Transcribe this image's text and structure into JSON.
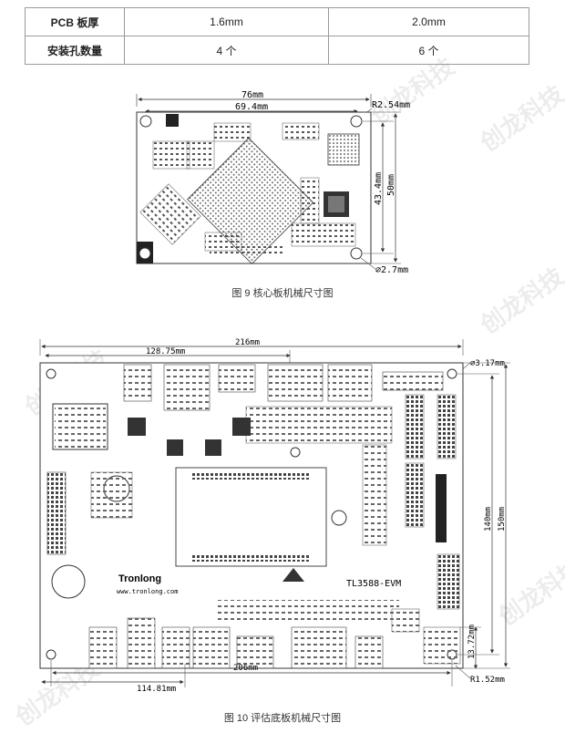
{
  "table": {
    "rows": [
      {
        "label": "PCB 板厚",
        "v1": "1.6mm",
        "v2": "2.0mm"
      },
      {
        "label": "安装孔数量",
        "v1": "4 个",
        "v2": "6 个"
      }
    ]
  },
  "figure9": {
    "caption": "图 9 核心板机械尺寸图",
    "dim_width": "76mm",
    "dim_inner_width": "69.4mm",
    "dim_radius": "R2.54mm",
    "dim_inner_height": "43.4mm",
    "dim_height": "50mm",
    "dim_hole": "⌀2.7mm"
  },
  "figure10": {
    "caption": "图 10 评估底板机械尺寸图",
    "dim_width": "216mm",
    "dim_left_offset": "128.75mm",
    "dim_hole": "⌀3.17mm",
    "dim_inner_height": "140mm",
    "dim_height": "150mm",
    "dim_bottom_width": "206mm",
    "dim_bottom_offset": "114.81mm",
    "dim_small": "13.72mm",
    "dim_radius": "R1.52mm",
    "board_name": "TL3588-EVM",
    "brand": "Tronlong",
    "website": "www.tronlong.com"
  },
  "watermark": "创龙科技"
}
